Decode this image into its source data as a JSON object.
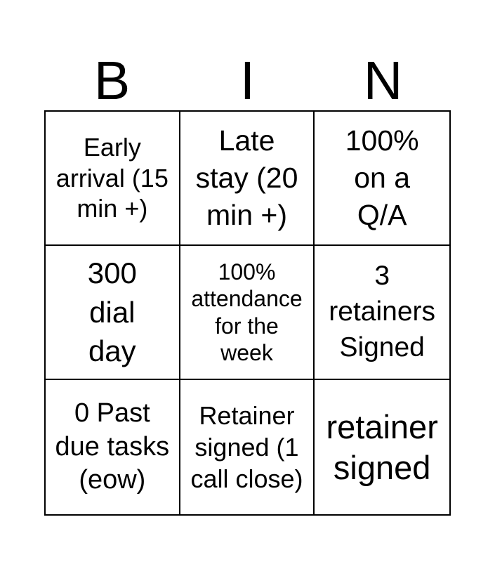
{
  "card": {
    "title_letters": [
      {
        "letter": "B"
      },
      {
        "letter": "I"
      },
      {
        "letter": "N"
      }
    ],
    "cells": [
      {
        "text": "Early\narrival (15\nmin +)"
      },
      {
        "text": "Late\nstay (20\nmin +)"
      },
      {
        "text": "100%\non a\nQ/A"
      },
      {
        "text": "300\ndial\nday"
      },
      {
        "text": "100%\nattendance\nfor the\nweek"
      },
      {
        "text": "3\nretainers\nSigned"
      },
      {
        "text": "0 Past\ndue tasks\n(eow)"
      },
      {
        "text": "Retainer\nsigned (1\ncall close)"
      },
      {
        "text": "retainer\nsigned"
      }
    ],
    "colors": {
      "border": "#000000",
      "text": "#000000",
      "background": "#ffffff"
    }
  }
}
